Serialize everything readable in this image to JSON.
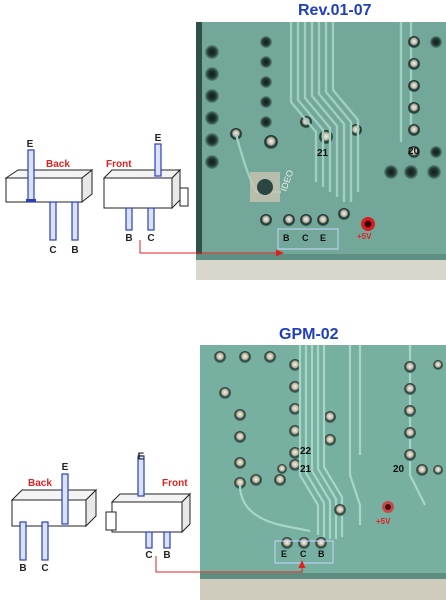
{
  "top": {
    "title": "Rev.01-07",
    "back_label": "Back",
    "front_label": "Front",
    "back_pins": {
      "top": "E",
      "left": "C",
      "right": "B"
    },
    "front_pins": {
      "top": "E",
      "left": "B",
      "right": "C"
    },
    "board_pin_labels": [
      "B",
      "C",
      "E"
    ],
    "pin_number_left": "21",
    "pin_number_right": "20",
    "power_label": "+5V",
    "chip_text": "IDEO"
  },
  "bottom": {
    "title": "GPM-02",
    "back_label": "Back",
    "front_label": "Front",
    "back_pins": {
      "top": "E",
      "left": "B",
      "right": "C"
    },
    "front_pins": {
      "top": "E",
      "left": "C",
      "right": "B"
    },
    "board_pin_labels": [
      "E",
      "C",
      "B"
    ],
    "pin_number_a": "22",
    "pin_number_b": "21",
    "pin_number_right": "20",
    "power_label": "+5V"
  },
  "colors": {
    "title": "#1f3fbf",
    "pcb": "#6fa89a",
    "pin_fill": "#dbe3f8",
    "pin_stroke": "#2a3fbf",
    "label_red": "#e02020",
    "arrow": "#e02020"
  }
}
